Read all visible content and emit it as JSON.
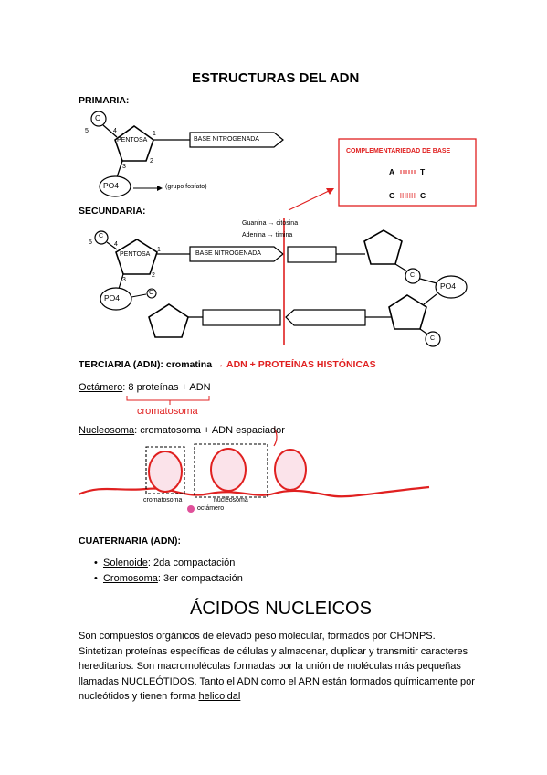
{
  "title": "ESTRUCTURAS DEL ADN",
  "primaria": {
    "heading": "PRIMARIA:",
    "carbon": "C",
    "n5": "5",
    "n4": "4",
    "n1": "1",
    "n2": "2",
    "n3": "3",
    "pentosa": "PENTOSA",
    "base": "BASE NITROGENADA",
    "po4": "PO4",
    "grupo": "(grupo fosfato)"
  },
  "complementariedad": {
    "title": "COMPLEMENTARIEDAD DE BASE",
    "a": "A",
    "t": "T",
    "g": "G",
    "c": "C"
  },
  "secundaria": {
    "heading": "SECUNDARIA:",
    "pair1": "Guanina → citosina",
    "pair2": "Adenina → timina",
    "n5": "5",
    "n4": "4",
    "n1": "1",
    "n2": "2",
    "n3": "3",
    "carbon": "C",
    "pentosa": "PENTOSA",
    "base": "BASE NITROGENADA",
    "po4_left": "PO4",
    "c_small": "C",
    "c_right1": "C",
    "po4_right": "PO4",
    "c_right2": "C"
  },
  "terciaria": {
    "heading_black": "TERCIARIA (ADN): cromatina",
    "arrow": "→",
    "heading_red": "ADN + PROTEÍNAS HISTÓNICAS",
    "octamero_label": "Octámero",
    "octamero_text": ": 8 proteínas + ADN",
    "cromatosoma": "cromatosoma",
    "nucleosoma_label": "Nucleosoma",
    "nucleosoma_text": ": cromatosoma + ADN espaciador",
    "lbl_cromatosoma": "cromatosoma",
    "lbl_nucleosoma": "nucleosoma",
    "lbl_octamero": "octámero"
  },
  "cuaternaria": {
    "heading": "CUATERNARIA (ADN):",
    "items": [
      {
        "label": "Solenoide",
        "text": ": 2da compactación"
      },
      {
        "label": "Cromosoma",
        "text": ": 3er compactación"
      }
    ]
  },
  "acidos": {
    "title": "ÁCIDOS NUCLEICOS",
    "paragraph": "Son compuestos orgánicos de elevado peso molecular, formados por CHONPS. Sintetizan proteínas específicas de células y almacenar, duplicar y transmitir caracteres hereditarios. Son macromoléculas formadas por la unión de moléculas más pequeñas llamadas NUCLEÓTIDOS. Tanto el ADN como el ARN están formados químicamente por nucleótidos y tienen forma",
    "last_word": "helicoidal"
  },
  "colors": {
    "accent_red": "#e02020"
  }
}
